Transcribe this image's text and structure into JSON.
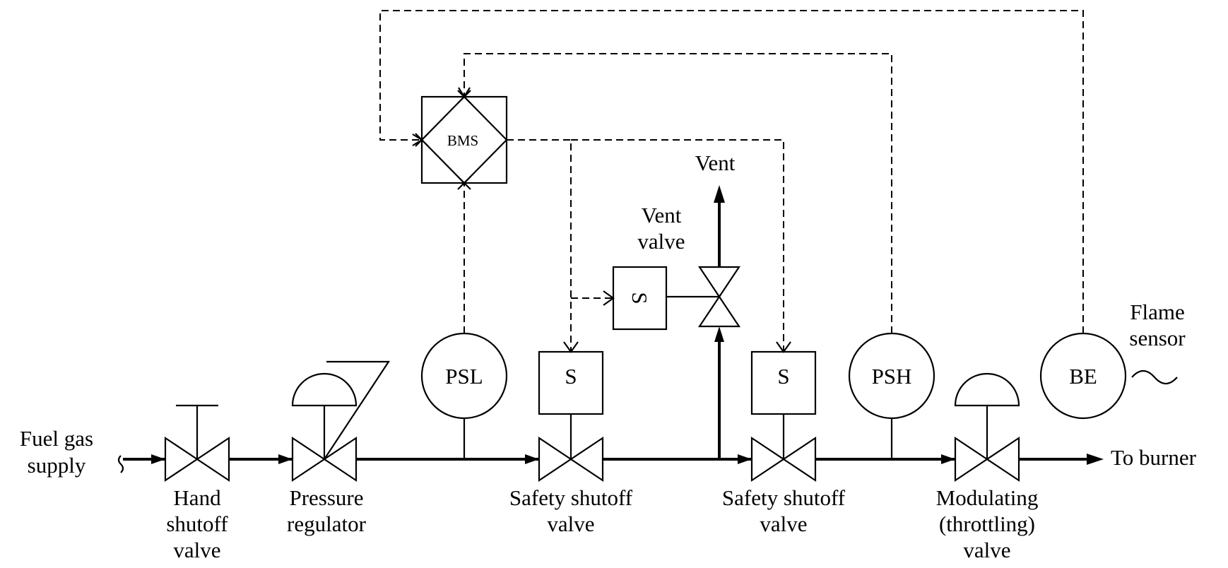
{
  "labels": {
    "fuel_gas_supply": [
      "Fuel gas",
      "supply"
    ],
    "to_burner": "To burner",
    "hand_shutoff_valve": [
      "Hand",
      "shutoff",
      "valve"
    ],
    "pressure_regulator": [
      "Pressure",
      "regulator"
    ],
    "safety_shutoff_valve_1": [
      "Safety shutoff",
      "valve"
    ],
    "safety_shutoff_valve_2": [
      "Safety shutoff",
      "valve"
    ],
    "modulating_valve": [
      "Modulating",
      "(throttling)",
      "valve"
    ],
    "vent": "Vent",
    "vent_valve": [
      "Vent",
      "valve"
    ],
    "flame_sensor": [
      "Flame",
      "sensor"
    ]
  },
  "tags": {
    "bms": "BMS",
    "psl": "PSL",
    "psh": "PSH",
    "be": "BE",
    "solenoid_1": "S",
    "solenoid_2": "S",
    "vent_solenoid": "S"
  }
}
